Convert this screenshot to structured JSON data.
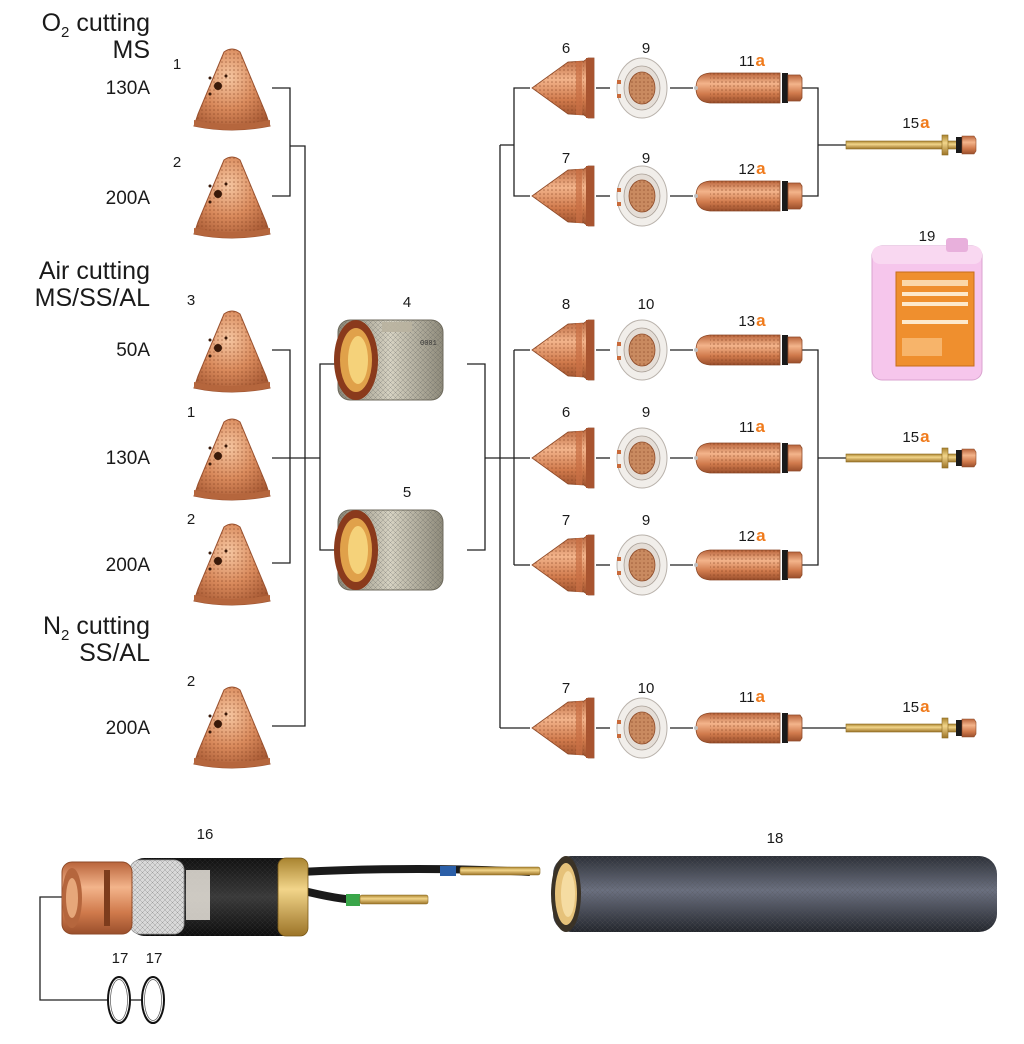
{
  "sections": {
    "o2": {
      "gas": "O",
      "sub": "2",
      "rest": " cutting",
      "material": "MS"
    },
    "air": {
      "gas": "Air cutting",
      "material": "MS/SS/AL"
    },
    "n2": {
      "gas": "N",
      "sub": "2",
      "rest": " cutting",
      "material": "SS/AL"
    }
  },
  "amps": {
    "a130_1": "130A",
    "a200_1": "200A",
    "a50": "50A",
    "a130_2": "130A",
    "a200_2": "200A",
    "a200_3": "200A"
  },
  "nozzle_numbers": {
    "n1": "1",
    "n2": "2",
    "n3": "3",
    "n4": "1",
    "n5": "2",
    "n6": "2"
  },
  "shield_numbers": {
    "s4": "4",
    "s5": "5"
  },
  "column_numbers": {
    "r1": [
      "6",
      "9",
      "11",
      "15"
    ],
    "r2": [
      "7",
      "9",
      "12"
    ],
    "r3": [
      "8",
      "10",
      "13"
    ],
    "r4": [
      "6",
      "9",
      "11",
      "15"
    ],
    "r5": [
      "7",
      "9",
      "12"
    ],
    "r6": [
      "7",
      "10",
      "11",
      "15"
    ]
  },
  "mark_letter": "a",
  "other_numbers": {
    "coolant": "19",
    "torch": "16",
    "sleeve": "18",
    "oring_a": "17",
    "oring_b": "17"
  },
  "colors": {
    "copper": "#c8784a",
    "brass": "#c9a24a",
    "orange_mark": "#f07b1c",
    "coolant_pink": "#f2b8e6"
  }
}
